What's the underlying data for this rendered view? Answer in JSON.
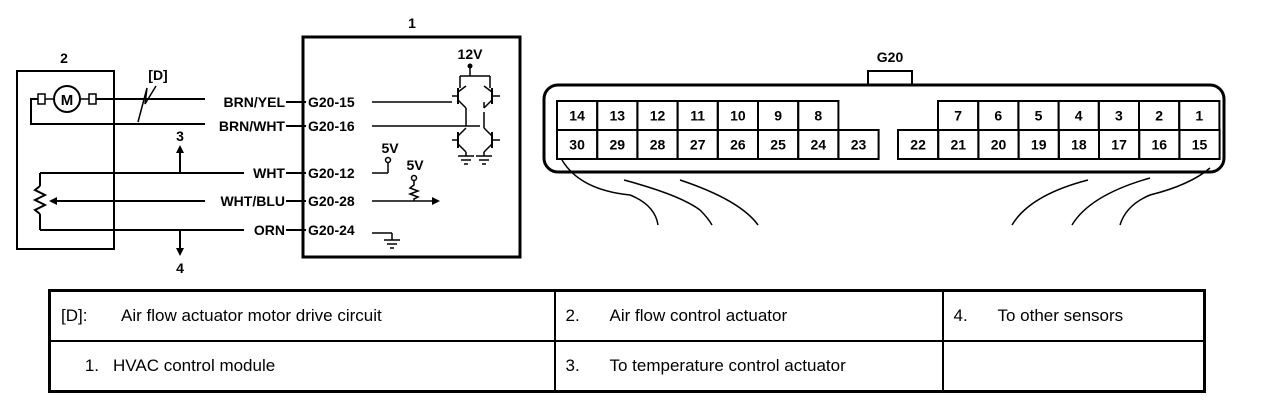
{
  "diagram": {
    "module_number": "1",
    "actuator_number": "2",
    "circuit_ref": "[D]",
    "motor_label": "M",
    "branch_3": "3",
    "branch_4": "4",
    "supply_12v": "12V",
    "supply_5v_a": "5V",
    "supply_5v_b": "5V",
    "wires": [
      {
        "color": "BRN/YEL",
        "terminal": "G20-15"
      },
      {
        "color": "BRN/WHT",
        "terminal": "G20-16"
      },
      {
        "color": "WHT",
        "terminal": "G20-12"
      },
      {
        "color": "WHT/BLU",
        "terminal": "G20-28"
      },
      {
        "color": "ORN",
        "terminal": "G20-24"
      }
    ]
  },
  "connector": {
    "name": "G20",
    "top_row_left": [
      "14",
      "13",
      "12",
      "11",
      "10",
      "9",
      "8"
    ],
    "top_row_right": [
      "7",
      "6",
      "5",
      "4",
      "3",
      "2",
      "1"
    ],
    "bottom_row_left": [
      "30",
      "29",
      "28",
      "27",
      "26",
      "25",
      "24",
      "23"
    ],
    "bottom_row_right": [
      "22",
      "21",
      "20",
      "19",
      "18",
      "17",
      "16",
      "15"
    ]
  },
  "legend": {
    "row1": [
      {
        "key": "[D]:",
        "text": "Air flow actuator motor drive circuit"
      },
      {
        "key": "2.",
        "text": "Air flow control actuator"
      },
      {
        "key": "4.",
        "text": "To other sensors"
      }
    ],
    "row2": [
      {
        "key": "1.",
        "text": "HVAC control module"
      },
      {
        "key": "3.",
        "text": "To temperature control actuator"
      }
    ]
  }
}
